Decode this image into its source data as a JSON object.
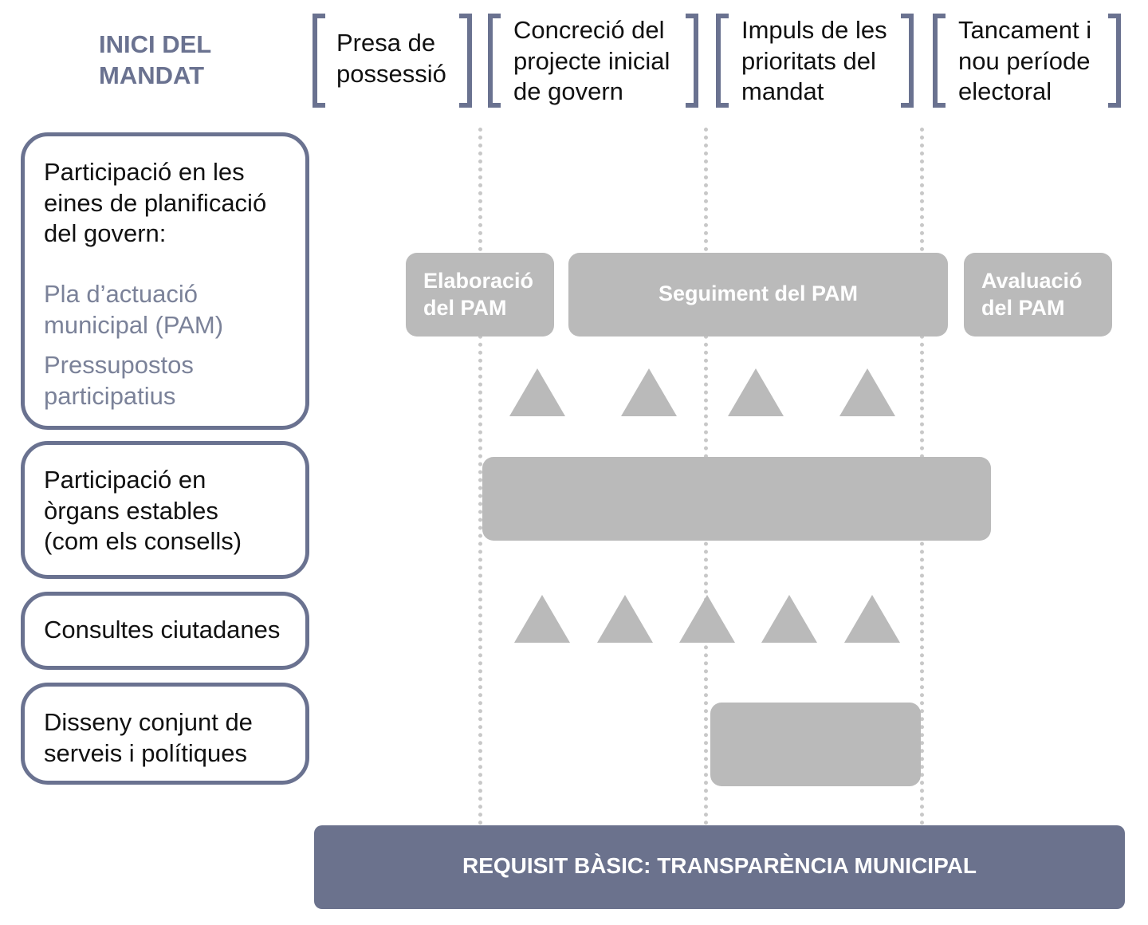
{
  "header": {
    "title": "INICI DEL\nMANDAT"
  },
  "phases": [
    {
      "label": "Presa de\npossessió"
    },
    {
      "label": "Concreció del\nprojecte inicial\nde govern"
    },
    {
      "label": "Impuls de les\nprioritats del\nmandat"
    },
    {
      "label": "Tancament i\nnou període\nelectoral"
    }
  ],
  "rows": [
    {
      "label": "Participació en les\neines de planificació\ndel govern:",
      "sub_items": [
        "Pla d’actuació\nmunicipal (PAM)",
        "Pressupostos\nparticipatius"
      ]
    },
    {
      "label": "Participació en\nòrgans estables\n(com els consells)"
    },
    {
      "label": "Consultes ciutadanes"
    },
    {
      "label": "Disseny conjunt de\nserveis i polítiques"
    }
  ],
  "pam_boxes": [
    {
      "label": "Elaboració\ndel PAM"
    },
    {
      "label": "Seguiment del PAM"
    },
    {
      "label": "Avaluació\ndel PAM"
    }
  ],
  "banner": {
    "label": "REQUISIT BÀSIC: TRANSPARÈNCIA MUNICIPAL"
  },
  "colors": {
    "accent": "#6a7290",
    "bar_fill": "#bababa",
    "banner_fill": "#6b728d",
    "dotted_line": "#c8c8c8"
  }
}
